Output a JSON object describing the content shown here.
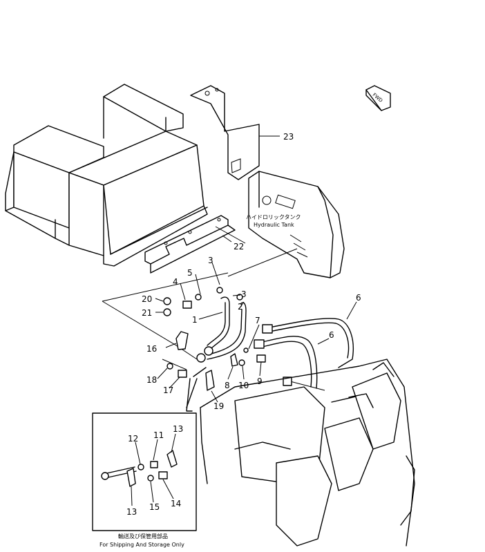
{
  "diagram": {
    "tank_label_jp": "ハイドロリックタンク",
    "tank_label_en": "Hydraulic Tank",
    "fwd_label": "FWD",
    "inset_label_jp": "輸送及び保管用部品",
    "inset_label_en": "For Shipping And Storage Only",
    "callouts": {
      "c1": "1",
      "c2": "2",
      "c3a": "3",
      "c3b": "3",
      "c4": "4",
      "c5": "5",
      "c6a": "6",
      "c6b": "6",
      "c7": "7",
      "c8": "8",
      "c9": "9",
      "c10": "10",
      "c11": "11",
      "c12": "12",
      "c13a": "13",
      "c13b": "13",
      "c14": "14",
      "c15": "15",
      "c16": "16",
      "c17": "17",
      "c18": "18",
      "c19": "19",
      "c20": "20",
      "c21": "21",
      "c22": "22",
      "c23": "23"
    }
  }
}
